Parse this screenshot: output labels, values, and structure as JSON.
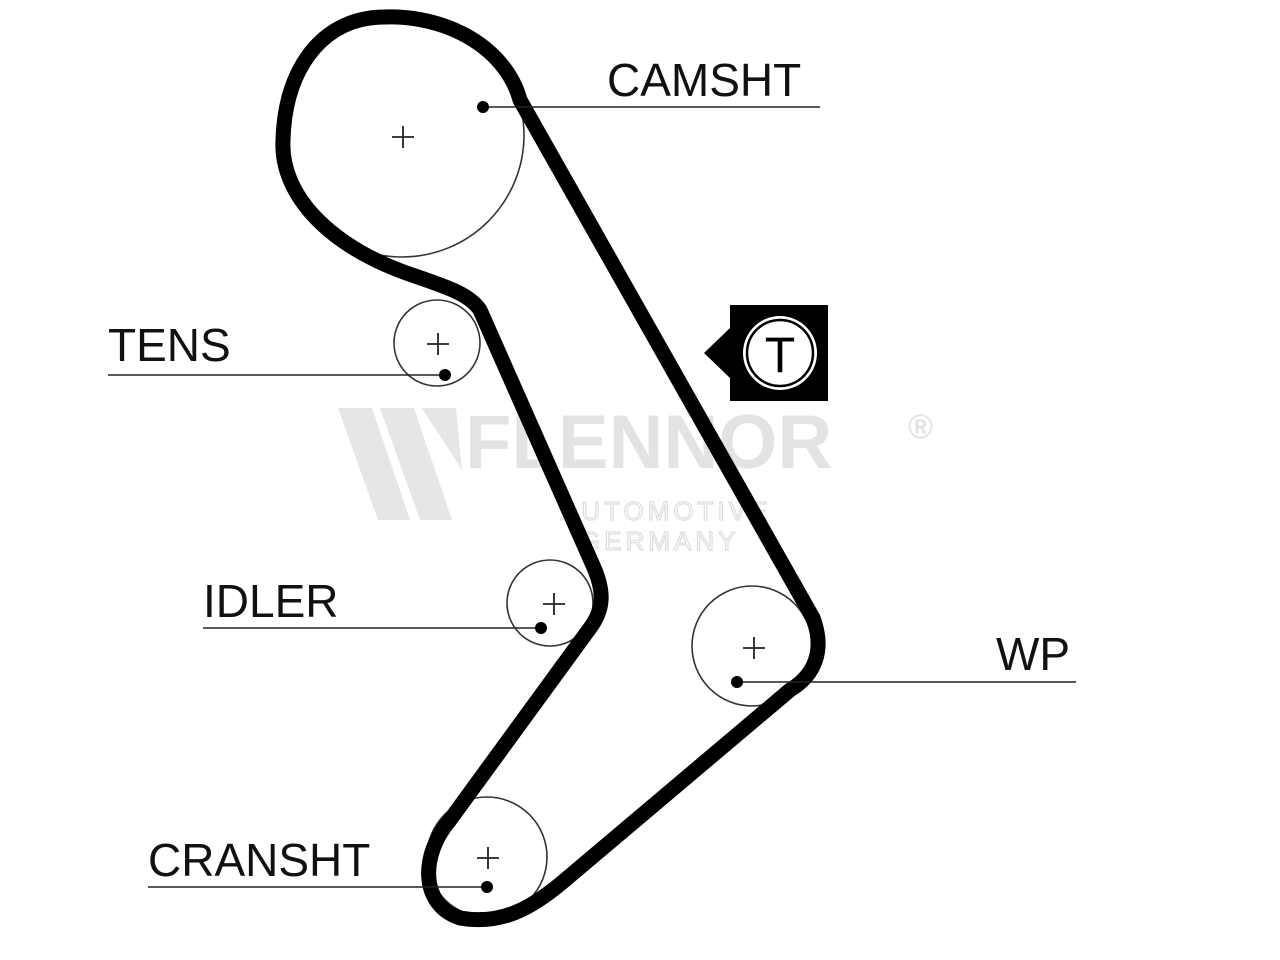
{
  "labels": {
    "camshaft": "CAMSHT",
    "tensioner": "TENS",
    "idler": "IDLER",
    "water_pump": "WP",
    "crankshaft": "CRANSHT"
  },
  "tension_marker": "T",
  "watermark": {
    "brand": "FLENNOR",
    "registered": "®",
    "line1": "AUTOMOTIVE",
    "line2": "GERMANY"
  },
  "colors": {
    "belt": "#000000",
    "ink": "#111111",
    "watermark": "#e3e3e3"
  }
}
